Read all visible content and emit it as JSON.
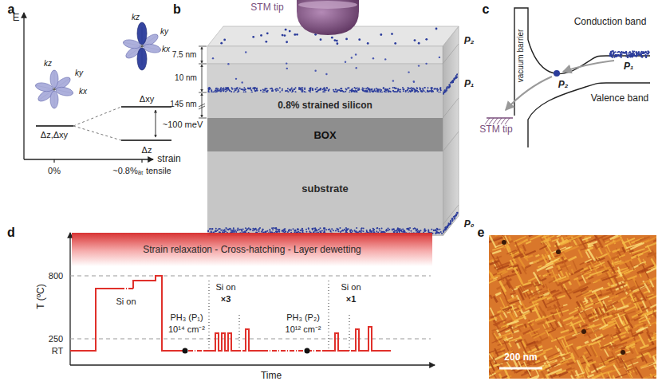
{
  "diagram": {
    "nodes": [
      {
        "text": [
          "0.8% strained silicon"
        ]
      },
      {
        "text": [
          "BOX"
        ]
      },
      {
        "text": [
          "substrate"
        ]
      },
      {
        "text": [
          "Strain relaxation - Cross-hatching - Layer dewetting"
        ]
      }
    ],
    "labels": [
      "a",
      "E",
      "strain",
      "0%",
      "~0.8%ₐₜ tensile",
      "Δz,Δxy",
      "Δxy",
      "Δz",
      "~100 meV",
      "kz",
      "ky",
      "kx",
      "kz",
      "ky",
      "kx",
      "b",
      "STM tip",
      "7.5 nm",
      "10 nm",
      "145 nm",
      "P₂",
      "P₁",
      "P₀",
      "c",
      "vacuum barrier",
      "Conduction band",
      "Valence band",
      "STM tip",
      "P₁",
      "P₂",
      "d",
      "T (ºC)",
      "800",
      "250",
      "RT",
      "Si on",
      "PH₃ (P₁)",
      "10¹⁴ cm⁻²",
      "Si on",
      "×3",
      "PH₃ (P₂)",
      "10¹² cm⁻²",
      "Si on",
      "×1",
      "Time",
      "e",
      "200 nm"
    ]
  }
}
